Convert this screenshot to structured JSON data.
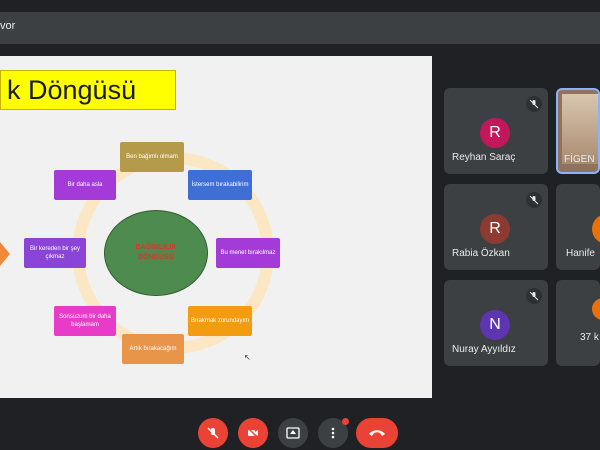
{
  "window": {
    "presenter_label": "vor"
  },
  "slide": {
    "title": "k Döngüsü",
    "center_label": "BAĞIMLILIK DÖNGÜSÜ",
    "nodes": [
      "Ben bağımlı olmam",
      "İstersem bırakabilirim",
      "Bu menet bırakılmaz",
      "Bırakmak zorundayım",
      "Artık bırakacağım",
      "Sonsuzum bir daha başlamam",
      "Bir kereden bir şey çıkmaz",
      "Bir daha asla"
    ]
  },
  "participants": [
    {
      "name": "Reyhan Saraç",
      "initial": "R",
      "color": "#c2185b"
    },
    {
      "name": "FİGEN",
      "initial": "",
      "color": "#8e7460"
    },
    {
      "name": "Rabia Özkan",
      "initial": "R",
      "color": "#8d3b32"
    },
    {
      "name": "Hanife",
      "initial": "",
      "color": "#e8710a"
    },
    {
      "name": "Nuray Ayyıldız",
      "initial": "N",
      "color": "#5e35b1"
    },
    {
      "name": "37 k",
      "initial": "",
      "color": "#e8710a"
    }
  ],
  "colors": {
    "node_olive": "#b59a4a",
    "node_blue": "#3f6fd6",
    "node_purple": "#a43bd9",
    "node_orange": "#f39c12",
    "node_salmon": "#e8954a",
    "node_magenta": "#e83cc8",
    "node_violet": "#8a45d8",
    "danger": "#ea4335"
  },
  "icons": {
    "mic_off": "mic-off-icon",
    "cam_off": "camera-off-icon",
    "present": "present-icon",
    "more": "more-vert-icon",
    "hangup": "hang-up-icon"
  }
}
